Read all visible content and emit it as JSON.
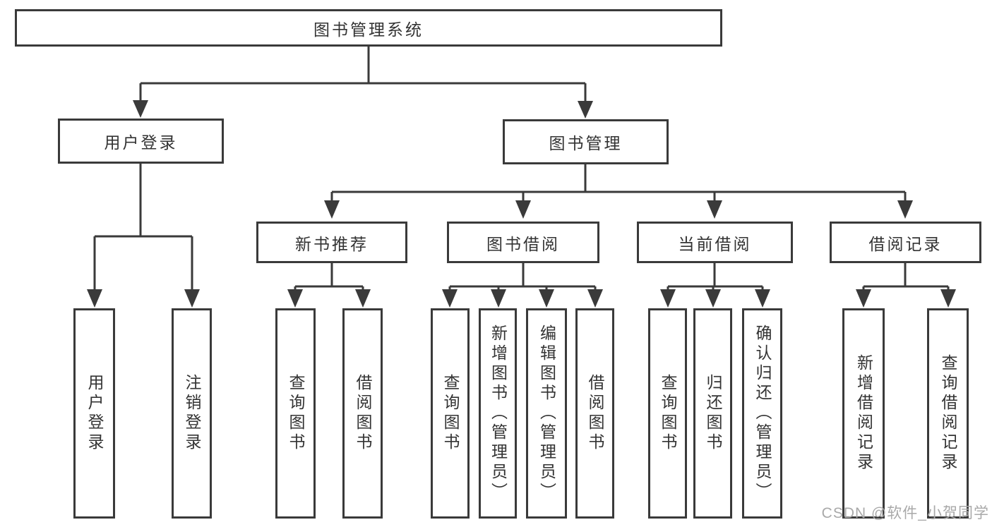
{
  "colors": {
    "line": "#3a3a3a",
    "text": "#333333",
    "watermark": "#a9a9a9",
    "background": "#ffffff"
  },
  "tree": {
    "label": "图书管理系统",
    "children": [
      {
        "label": "用户登录",
        "children": [
          {
            "label": "用户登录"
          },
          {
            "label": "注销登录"
          }
        ]
      },
      {
        "label": "图书管理",
        "children": [
          {
            "label": "新书推荐",
            "children": [
              {
                "label": "查询图书"
              },
              {
                "label": "借阅图书"
              }
            ]
          },
          {
            "label": "图书借阅",
            "children": [
              {
                "label": "查询图书"
              },
              {
                "label": "新增图书（管理员）"
              },
              {
                "label": "编辑图书（管理员）"
              },
              {
                "label": "借阅图书"
              }
            ]
          },
          {
            "label": "当前借阅",
            "children": [
              {
                "label": "查询图书"
              },
              {
                "label": "归还图书"
              },
              {
                "label": "确认归还（管理员）"
              }
            ]
          },
          {
            "label": "借阅记录",
            "children": [
              {
                "label": "新增借阅记录"
              },
              {
                "label": "查询借阅记录"
              }
            ]
          }
        ]
      }
    ]
  },
  "watermark": {
    "text": "CSDN @软件_小贺同学"
  }
}
